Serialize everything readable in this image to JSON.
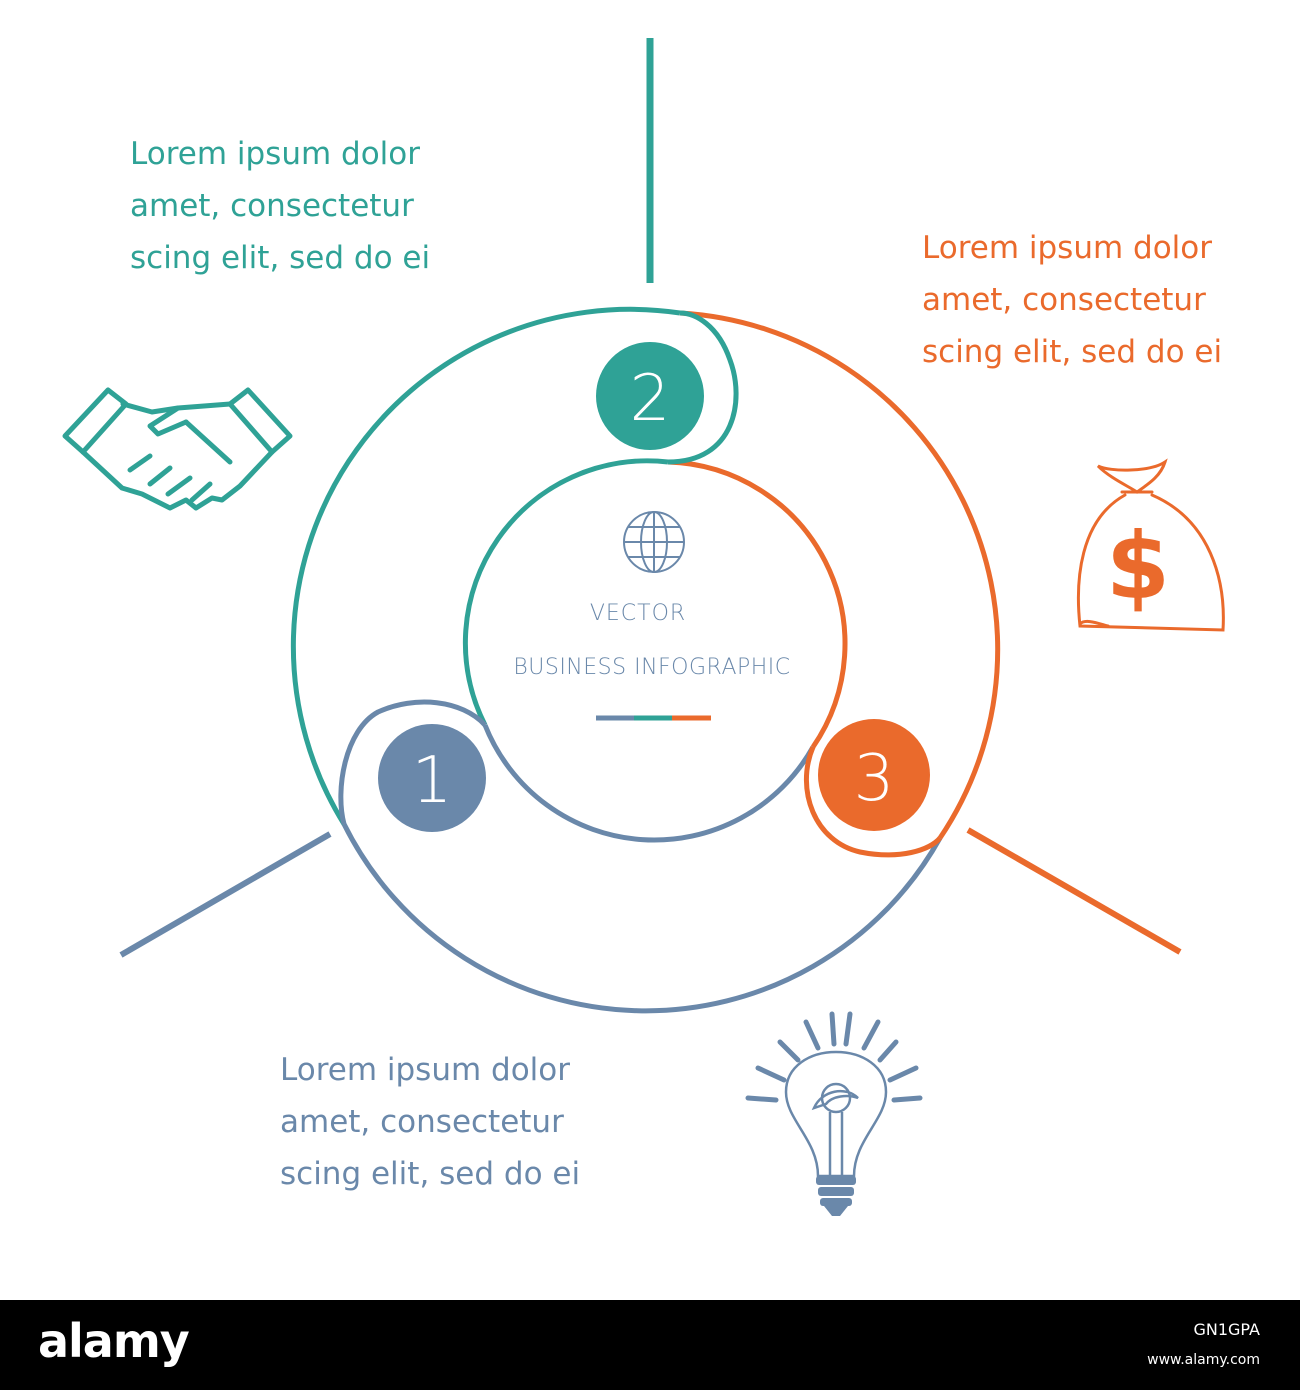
{
  "colors": {
    "teal": "#2fa296",
    "orange": "#ea6a2c",
    "blue": "#6a88aa"
  },
  "steps": [
    {
      "number": "1",
      "color": "#6a88aa",
      "icon": "lightbulb-icon",
      "text": [
        "Lorem ipsum dolor",
        "amet, consectetur",
        "scing elit, sed do ei"
      ]
    },
    {
      "number": "2",
      "color": "#2fa296",
      "icon": "handshake-icon",
      "text": [
        "Lorem ipsum dolor",
        "amet, consectetur",
        "scing elit, sed do ei"
      ]
    },
    {
      "number": "3",
      "color": "#ea6a2c",
      "icon": "money-bag-icon",
      "text": [
        "Lorem ipsum dolor",
        "amet, consectetur",
        "scing elit, sed do ei"
      ]
    }
  ],
  "center": {
    "icon": "globe-icon",
    "title": "VECTOR",
    "subtitle": "BUSINESS INFOGRAPHIC"
  },
  "footer": {
    "logo": "alamy",
    "image_id": "GN1GPA",
    "url": "www.alamy.com"
  }
}
